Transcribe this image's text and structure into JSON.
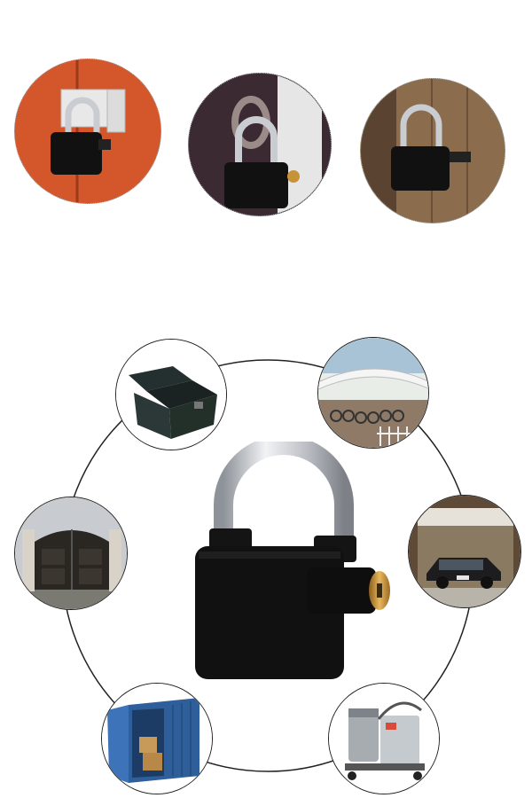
{
  "top_row": [
    {
      "name": "lock-on-orange-door-hasp",
      "bg": "#d4562b"
    },
    {
      "name": "lock-on-gate-chain",
      "bg": "#3c2a33"
    },
    {
      "name": "lock-on-wooden-door",
      "bg": "#8b6d4d"
    }
  ],
  "usage_ring": [
    {
      "name": "toolbox",
      "bg": "#ffffff"
    },
    {
      "name": "bicycle-shed",
      "bg": "#e9ede8"
    },
    {
      "name": "house-gate",
      "bg": "#c8ccd0"
    },
    {
      "name": "car-garage",
      "bg": "#5f4a37"
    },
    {
      "name": "shipping-container",
      "bg": "#ffffff"
    },
    {
      "name": "industrial-machine",
      "bg": "#ffffff"
    }
  ],
  "colors": {
    "lock_body": "#111111",
    "shackle": "#c9ccd1",
    "key_cylinder": "#c7923a"
  }
}
